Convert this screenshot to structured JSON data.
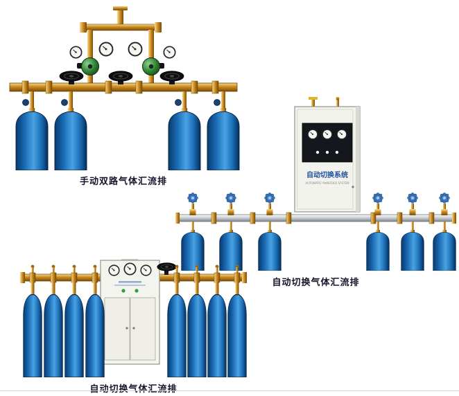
{
  "page": {
    "background": "#ffffff",
    "bottom_rule_color": "#d5d5d5"
  },
  "figures": {
    "manual_dual": {
      "caption": "手动双路气体汇流排",
      "cylinders": 4,
      "handwheel_valves": 3,
      "regulators": 2,
      "gauges": 4
    },
    "auto_switch_wall": {
      "caption": "自动切换气体汇流排",
      "cabinet_label": "自动切换系统",
      "cabinet_sublabel": "AUTOMATIC MANIFOLD SYSTEM",
      "cylinders": 6,
      "gauges": 3
    },
    "auto_switch_cabinet": {
      "caption": "自动切换气体汇流排",
      "cylinders": 8,
      "gauges": 3
    }
  },
  "colors": {
    "brass": "#c9891f",
    "silver_pipe": "#c6cacf",
    "cylinder_blue": "#1a6cb4",
    "regulator_green": "#2e7d32",
    "cabinet_body": "#f3f3ee",
    "caption_text": "#14142a"
  }
}
